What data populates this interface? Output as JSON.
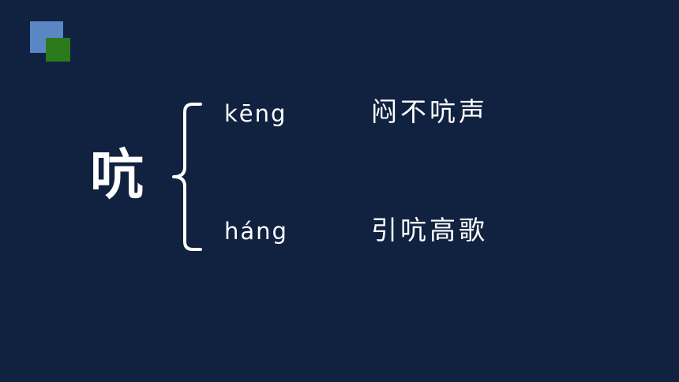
{
  "character": "吭",
  "readings": [
    {
      "pinyin": "kēng",
      "example": "闷不吭声"
    },
    {
      "pinyin": "háng",
      "example": "引吭高歌"
    }
  ],
  "colors": {
    "background": "#112240",
    "text": "#ffffff",
    "deco_blue": "#5b86c4",
    "deco_green": "#2a7a1c"
  }
}
